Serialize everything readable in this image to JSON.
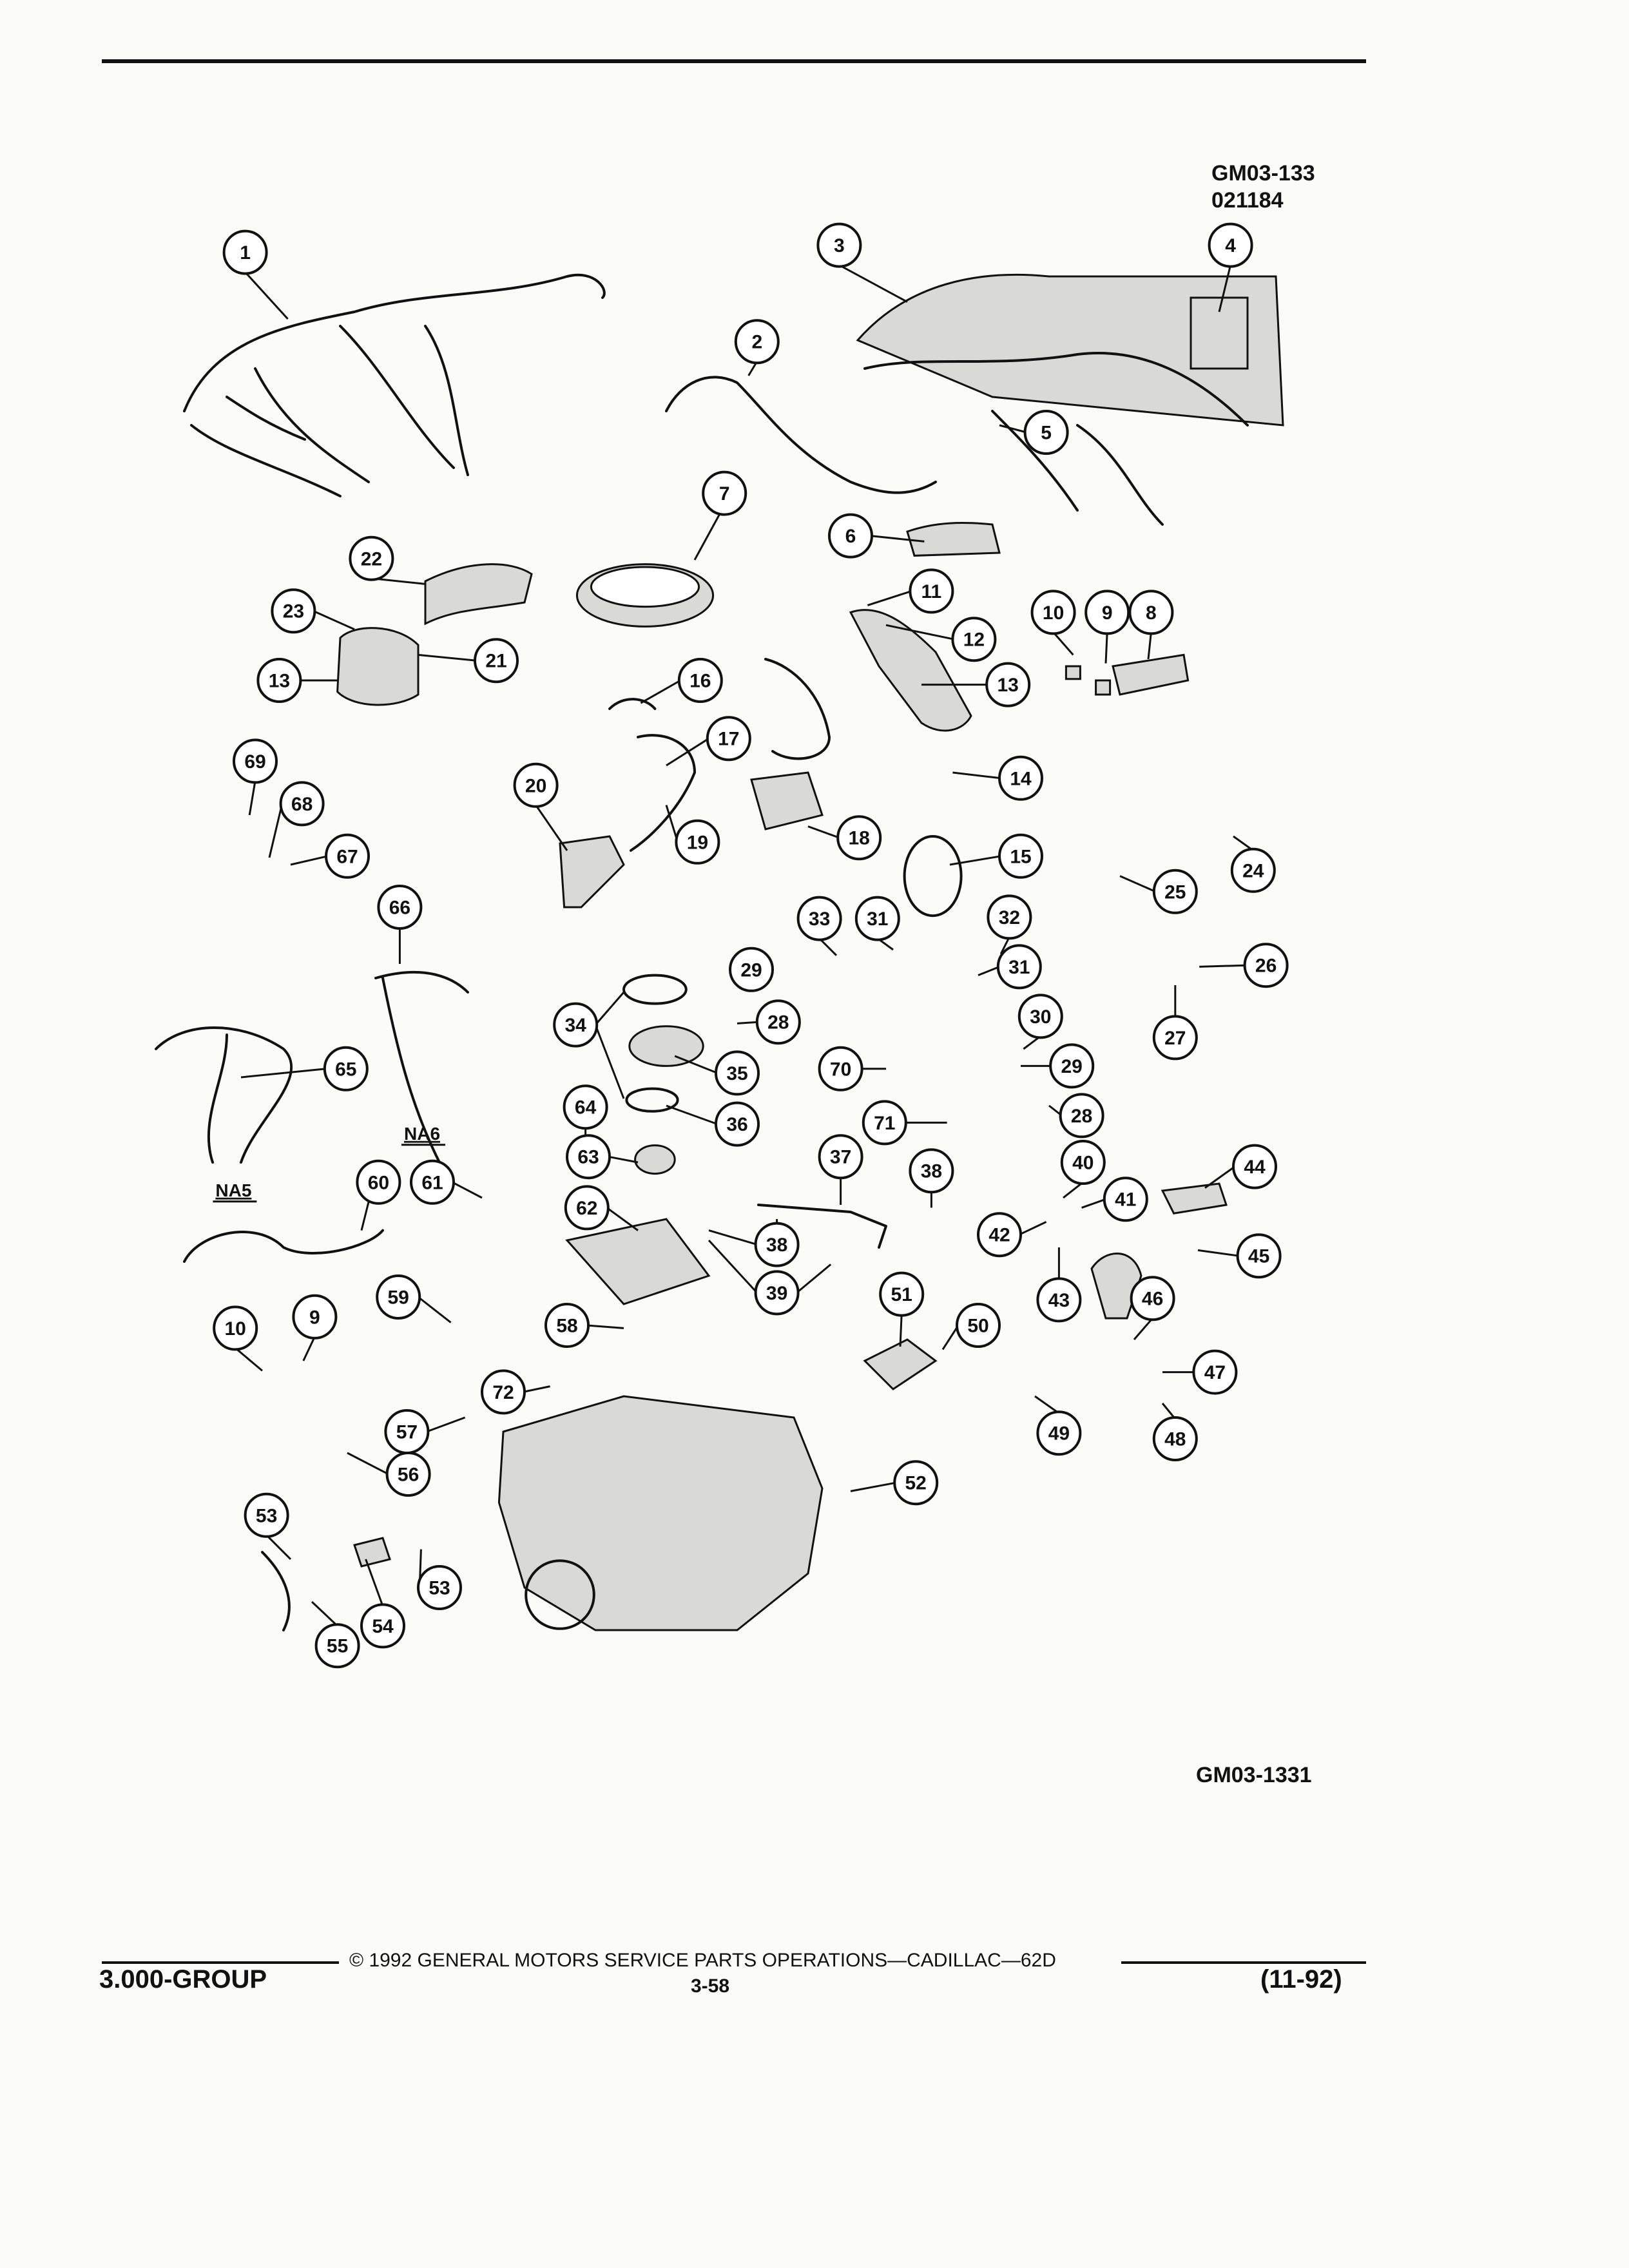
{
  "header": {
    "ref_code": "GM03-133",
    "ref_date": "021184"
  },
  "figure": {
    "code": "GM03-1331",
    "harness_labels": [
      "NA5",
      "NA6"
    ],
    "callout_numbers": [
      "1",
      "2",
      "3",
      "4",
      "5",
      "6",
      "7",
      "8",
      "9",
      "10",
      "11",
      "12",
      "13",
      "14",
      "15",
      "16",
      "17",
      "18",
      "19",
      "20",
      "21",
      "22",
      "23",
      "24",
      "25",
      "26",
      "27",
      "28",
      "29",
      "30",
      "31",
      "32",
      "33",
      "34",
      "35",
      "36",
      "37",
      "38",
      "39",
      "40",
      "41",
      "42",
      "43",
      "44",
      "45",
      "46",
      "47",
      "48",
      "49",
      "50",
      "51",
      "52",
      "53",
      "54",
      "55",
      "56",
      "57",
      "58",
      "59",
      "60",
      "61",
      "62",
      "63",
      "64",
      "65",
      "66",
      "67",
      "68",
      "69",
      "70",
      "71",
      "72"
    ]
  },
  "footer": {
    "group": "3.000-GROUP",
    "copyright": "© 1992 GENERAL MOTORS SERVICE PARTS OPERATIONS—CADILLAC—62D",
    "page": "3-58",
    "revision": "(11-92)"
  }
}
